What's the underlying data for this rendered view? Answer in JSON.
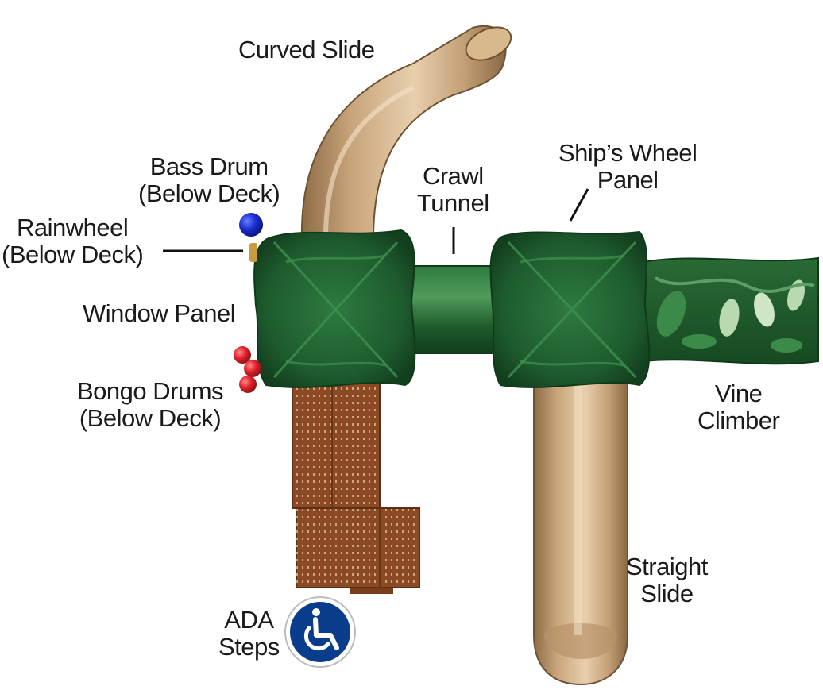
{
  "labels": {
    "curved_slide": "Curved Slide",
    "bass_drum": [
      "Bass Drum",
      "(Below Deck)"
    ],
    "rainwheel": [
      "Rainwheel",
      "(Below Deck)"
    ],
    "window_panel": "Window Panel",
    "bongo_drums": [
      "Bongo Drums",
      "(Below Deck)"
    ],
    "crawl_tunnel": [
      "Crawl",
      "Tunnel"
    ],
    "ships_wheel_panel": [
      "Ship’s Wheel",
      "Panel"
    ],
    "vine_climber": [
      "Vine",
      "Climber"
    ],
    "straight_slide": [
      "Straight",
      "Slide"
    ],
    "ada_steps": [
      "ADA",
      "Steps"
    ]
  },
  "icons": {
    "accessibility": "wheelchair-icon"
  },
  "colors": {
    "deck_green": "#1f5c2e",
    "slide_tan": "#c8a57c",
    "steps_brown": "#8b4a24",
    "drum_blue": "#1428b4",
    "drum_red": "#d8202a",
    "ada_blue": "#0a3c8c"
  }
}
